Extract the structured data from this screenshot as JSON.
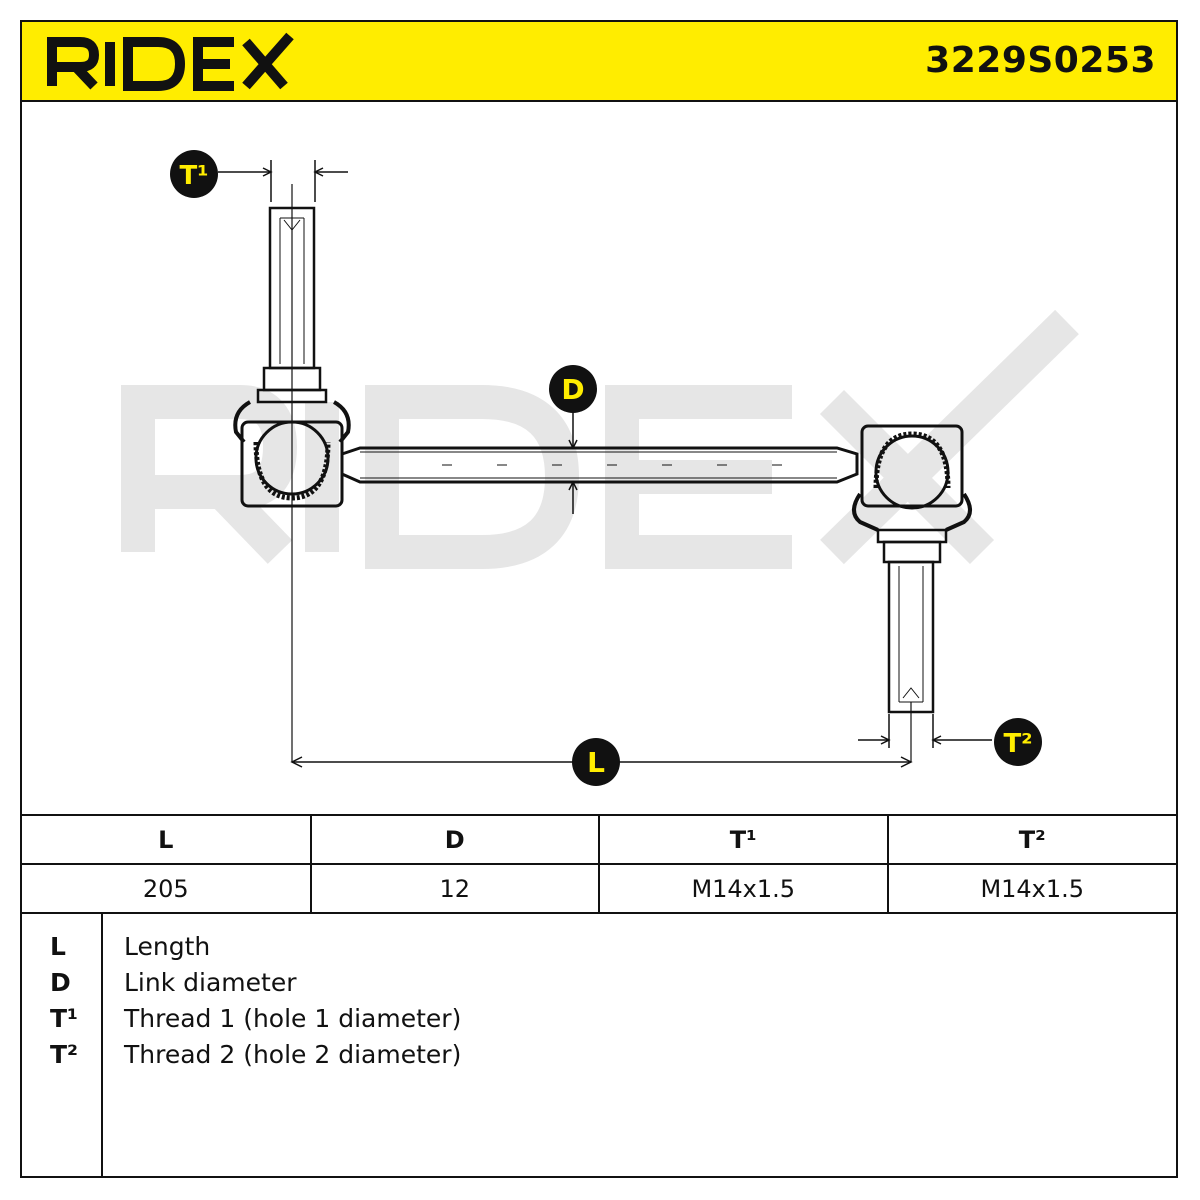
{
  "brand": "RIDEX",
  "part_number": "3229S0253",
  "callouts": {
    "t1": "T¹",
    "t2": "T²",
    "d": "D",
    "l": "L"
  },
  "specs": {
    "headers": [
      "L",
      "D",
      "T¹",
      "T²"
    ],
    "values": [
      "205",
      "12",
      "M14x1.5",
      "M14x1.5"
    ]
  },
  "legend": [
    {
      "key": "L",
      "text": "Length"
    },
    {
      "key": "D",
      "text": "Link diameter"
    },
    {
      "key": "T¹",
      "text": "Thread 1 (hole 1 diameter)"
    },
    {
      "key": "T²",
      "text": "Thread 2 (hole 2 diameter)"
    }
  ],
  "colors": {
    "header_bg": "#ffed00",
    "watermark": "#e6e6e6",
    "ink": "#111111",
    "callout_text": "#ffed00"
  }
}
